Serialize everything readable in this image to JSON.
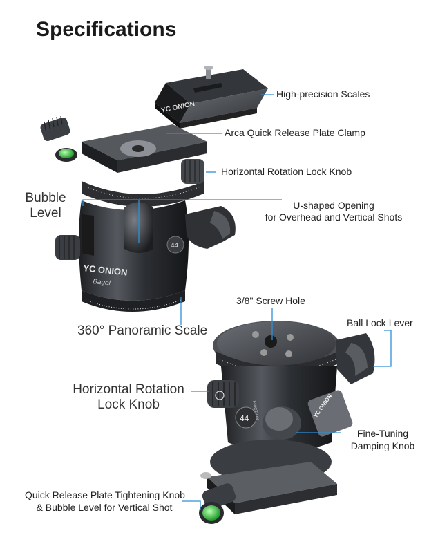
{
  "title": "Specifications",
  "labels": {
    "high_precision_scales": "High-precision Scales",
    "arca_clamp": "Arca Quick Release Plate Clamp",
    "horizontal_lock_top": "Horizontal Rotation Lock Knob",
    "bubble_level_line1": "Bubble",
    "bubble_level_line2": "Level",
    "u_opening_line1": "U-shaped Opening",
    "u_opening_line2": "for Overhead and Vertical Shots",
    "panoramic_scale": "360° Panoramic Scale",
    "screw_hole": "3/8\" Screw Hole",
    "ball_lock_lever": "Ball Lock Lever",
    "horizontal_lock_bottom_line1": "Horizontal Rotation",
    "horizontal_lock_bottom_line2": "Lock Knob",
    "fine_tuning_line1": "Fine-Tuning",
    "fine_tuning_line2": "Damping Knob",
    "qr_tightening_line1": "Quick Release Plate Tightening Knob",
    "qr_tightening_line2": "& Bubble Level for Vertical Shot"
  },
  "product_text": {
    "plate_brand": "YC ONION",
    "head_brand": "YC ONION",
    "head_model": "Bagel",
    "knob_number": "44",
    "side_brand": "YC ONION",
    "friction": "FRICTION"
  },
  "colors": {
    "leader_line": "#2f8fd8",
    "metal_dark": "#2b2d30",
    "metal_mid": "#4a4d52",
    "bubble_green": "#3fcf3f"
  }
}
